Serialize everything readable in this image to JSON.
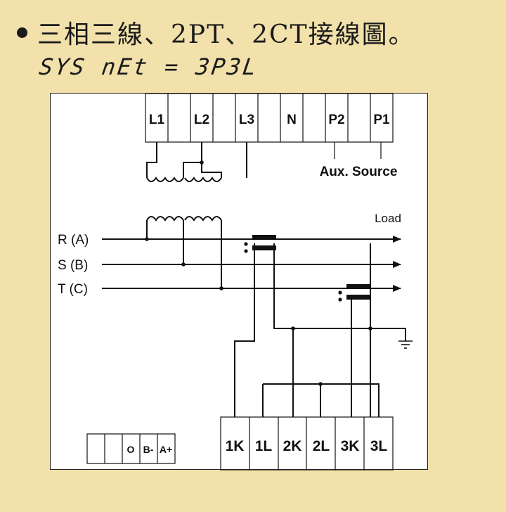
{
  "header": {
    "title": "三相三線、2PT、2CT接線圖。",
    "formula": "SYS nEt = 3P3L"
  },
  "diagram": {
    "top_terminals": [
      "L1",
      "L2",
      "L3",
      "N",
      "P2",
      "P1"
    ],
    "aux_label": "Aux. Source",
    "load_label": "Load",
    "phase_labels": [
      "R (A)",
      "S (B)",
      "T (C)"
    ],
    "ct_terminals": [
      "1K",
      "1L",
      "2K",
      "2L",
      "3K",
      "3L"
    ],
    "comm_terminals": [
      "O",
      "B-",
      "A+"
    ]
  },
  "colors": {
    "background": "#f2e1ab",
    "line": "#111111",
    "diagram_bg": "#ffffff"
  }
}
